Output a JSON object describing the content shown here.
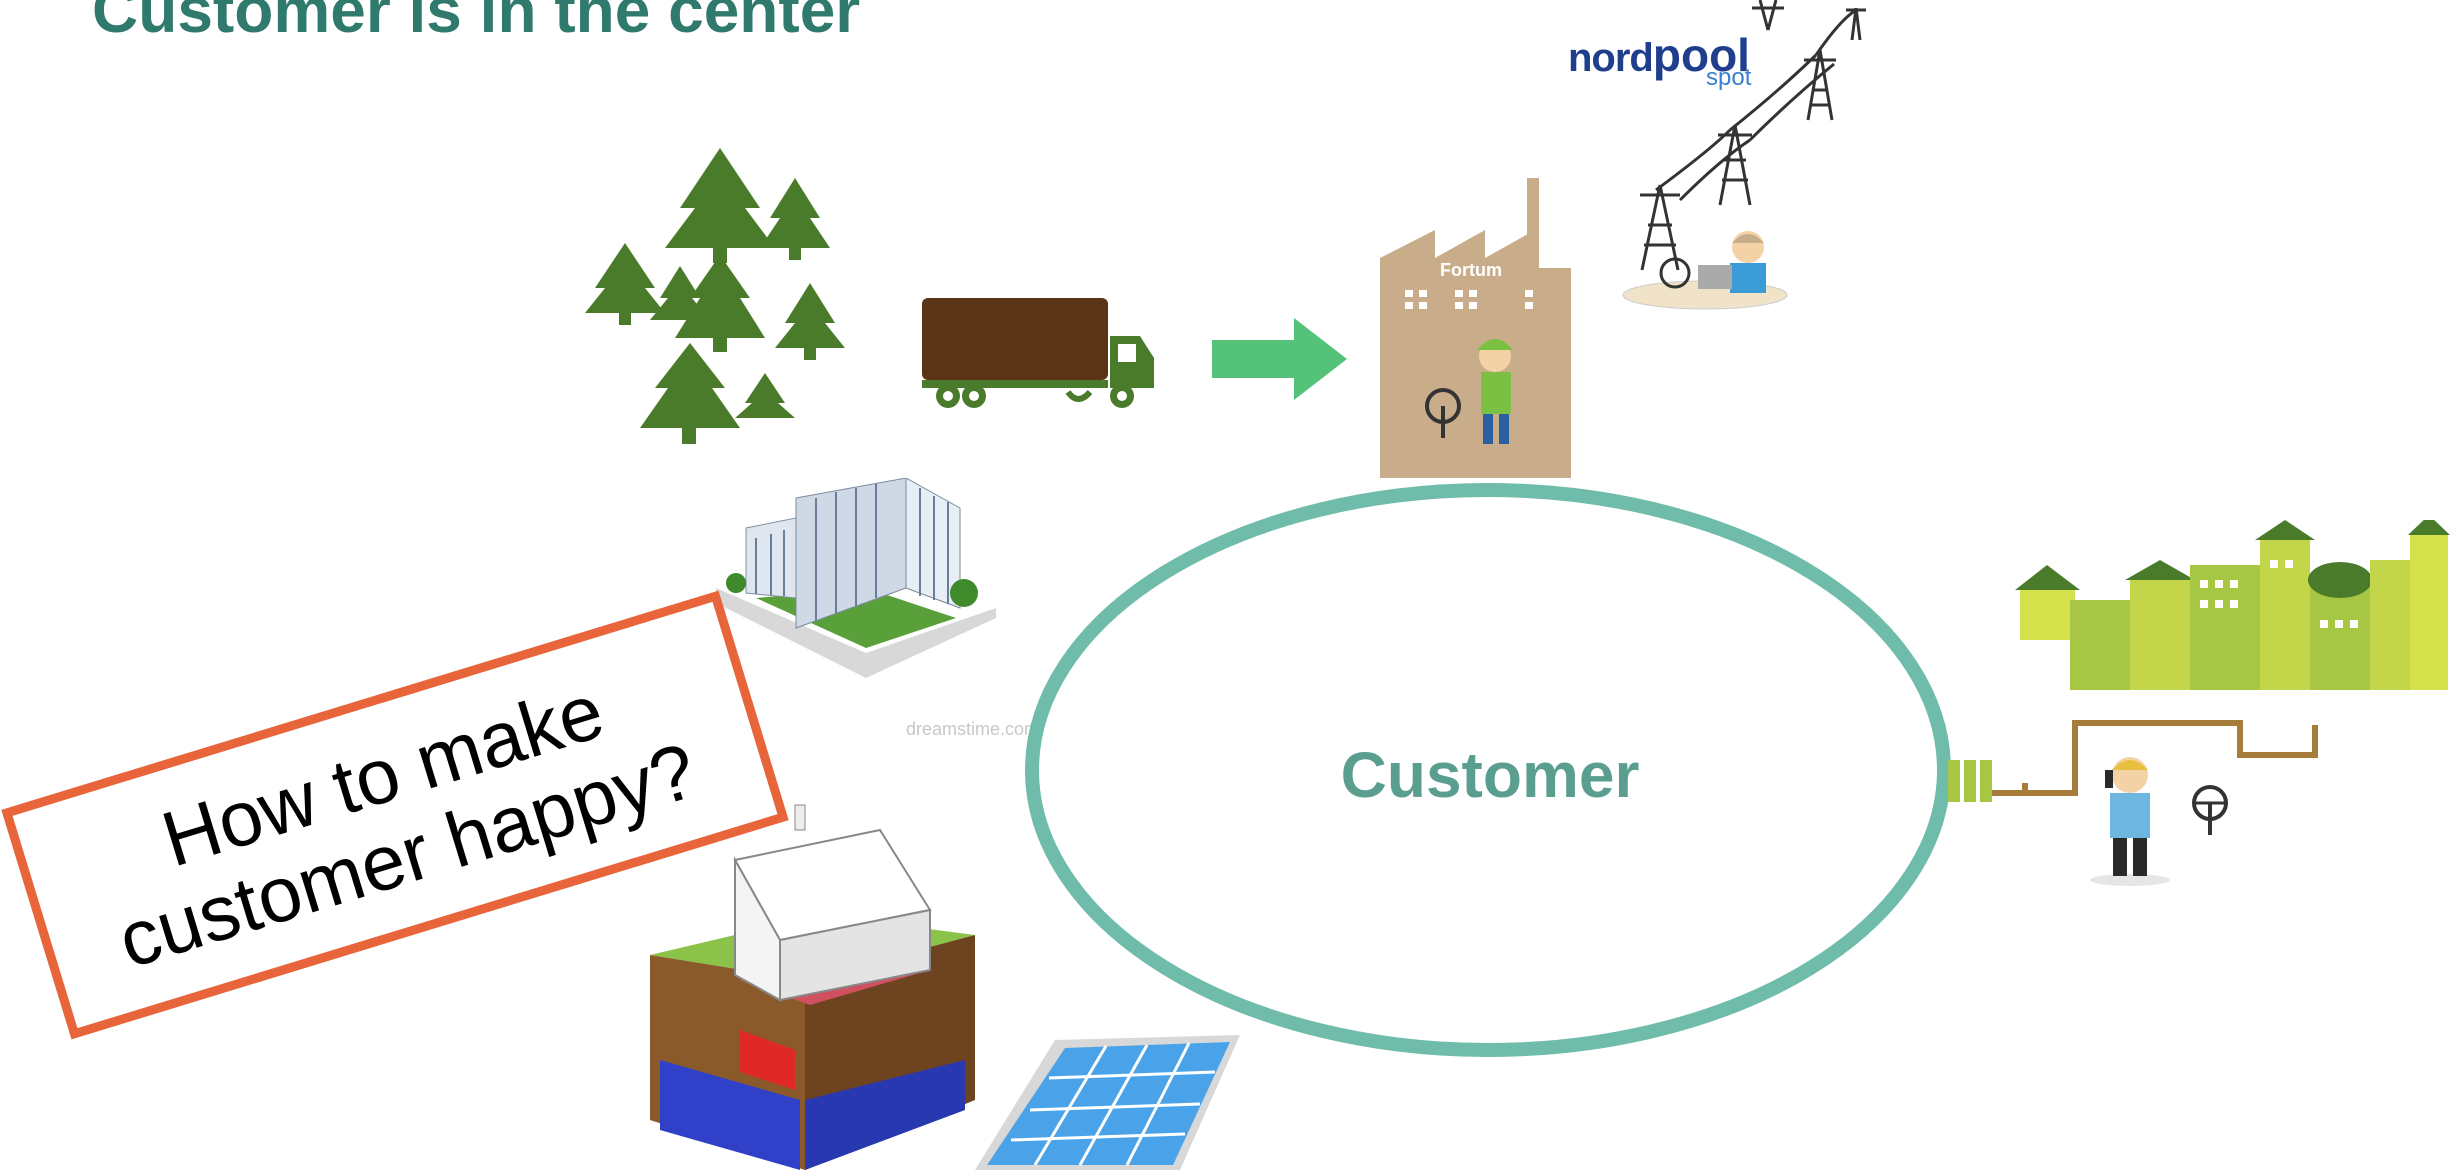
{
  "title": "Customer is in the center",
  "center_label": "Customer",
  "callout_text": "How to make\ncustomer happy?",
  "logo": {
    "nord": "nord",
    "pool": "pool",
    "spot": "spot"
  },
  "factory_label": "Fortum",
  "watermark": "dreamstime.com",
  "colors": {
    "title": "#2f7a6c",
    "ellipse": "#6fbcaa",
    "callout_border": "#e8643a",
    "tree": "#4a7b2a",
    "arrow": "#55c27a",
    "factory": "#c9ad8a",
    "city": "#a7c744"
  },
  "icons": [
    "forest-icon",
    "truck-icon",
    "arrow-right-icon",
    "factory-icon",
    "power-lines-icon",
    "trader-icon",
    "office-building-icon",
    "house-heat-pump-icon",
    "solar-panel-icon",
    "city-icon",
    "pipe-icon",
    "customer-person-icon"
  ]
}
